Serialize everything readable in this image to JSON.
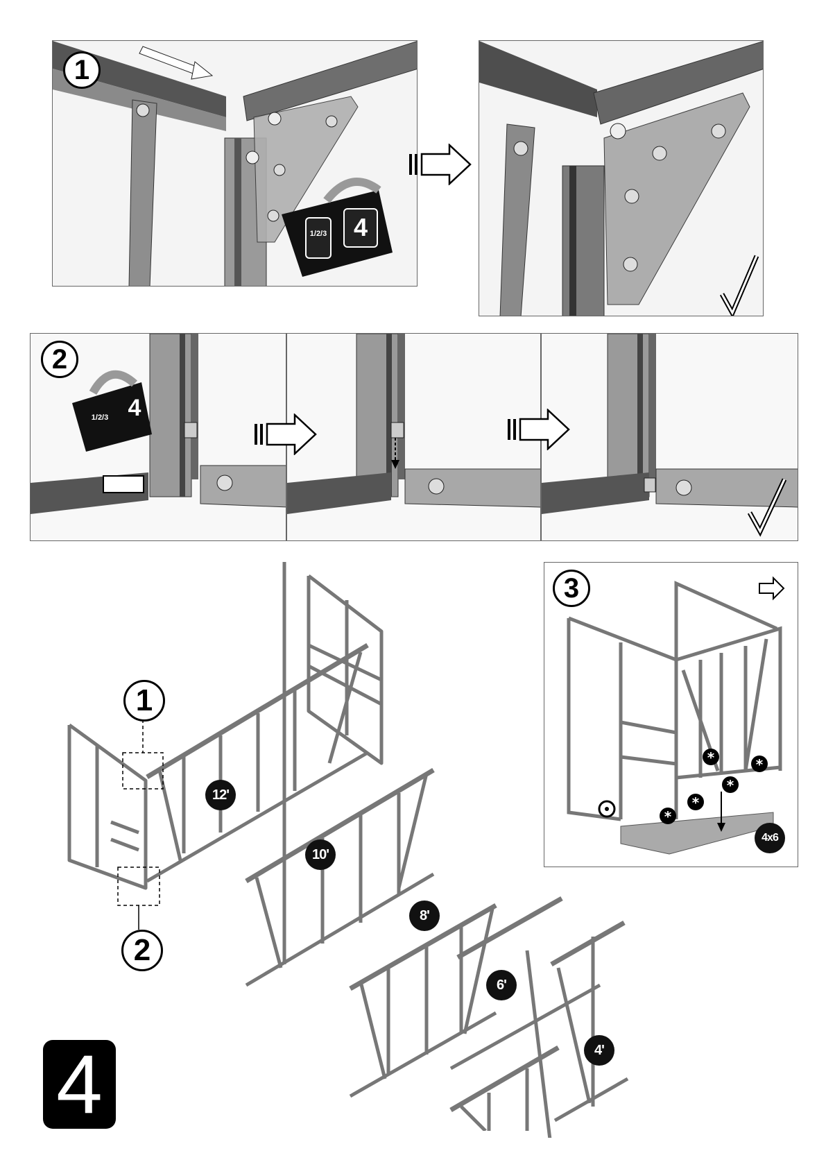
{
  "page": {
    "page_number": "4"
  },
  "panel1": {
    "step": "1",
    "book_left": "1/2/3",
    "book_right": "4"
  },
  "panel2": {
    "step": "2",
    "book_left": "1/2/3",
    "book_right": "4"
  },
  "panel3": {
    "step": "3",
    "base_badge": "4x6"
  },
  "sections": [
    {
      "label": "12'"
    },
    {
      "label": "10'"
    },
    {
      "label": "8'"
    },
    {
      "label": "6'"
    },
    {
      "label": "4'"
    }
  ],
  "callouts": {
    "top": "1",
    "bottom": "2"
  }
}
